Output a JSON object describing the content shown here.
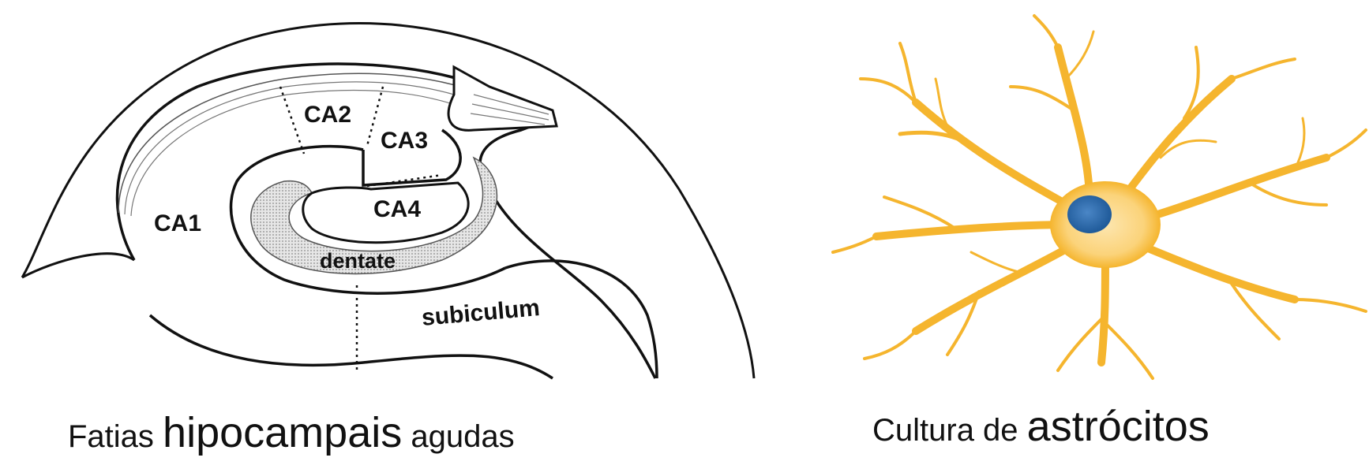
{
  "hippocampus": {
    "labels": {
      "ca1": "CA1",
      "ca2": "CA2",
      "ca3": "CA3",
      "ca4": "CA4",
      "dentate": "dentate",
      "subiculum": "subiculum"
    }
  },
  "captions": {
    "left": {
      "part1": "Fatias ",
      "part2": "hipocampais",
      "part3": " agudas"
    },
    "right": {
      "part1": "Cultura de ",
      "part2": "astrócitos"
    }
  },
  "colors": {
    "outline": "#111111",
    "dentate_fill": "#d9d9d9",
    "astrocyte_process": "#f5b52e",
    "astrocyte_body": "#fbd98a",
    "nucleus": "#2f6fb0"
  }
}
